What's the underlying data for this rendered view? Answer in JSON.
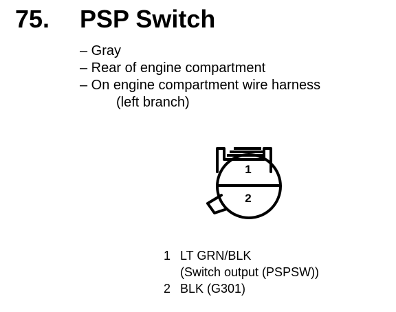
{
  "component": {
    "number": "75.",
    "name": "PSP Switch"
  },
  "details": {
    "color": "– Gray",
    "location": "– Rear of engine compartment",
    "harness_line1": "– On engine compartment wire harness",
    "harness_line2": "(left branch)"
  },
  "connector": {
    "cavity_1": "1",
    "cavity_2": "2"
  },
  "pins": [
    {
      "num": "1",
      "wire": "LT GRN/BLK",
      "function": "(Switch output (PSPSW))"
    },
    {
      "num": "2",
      "wire": "BLK (G301)"
    }
  ]
}
